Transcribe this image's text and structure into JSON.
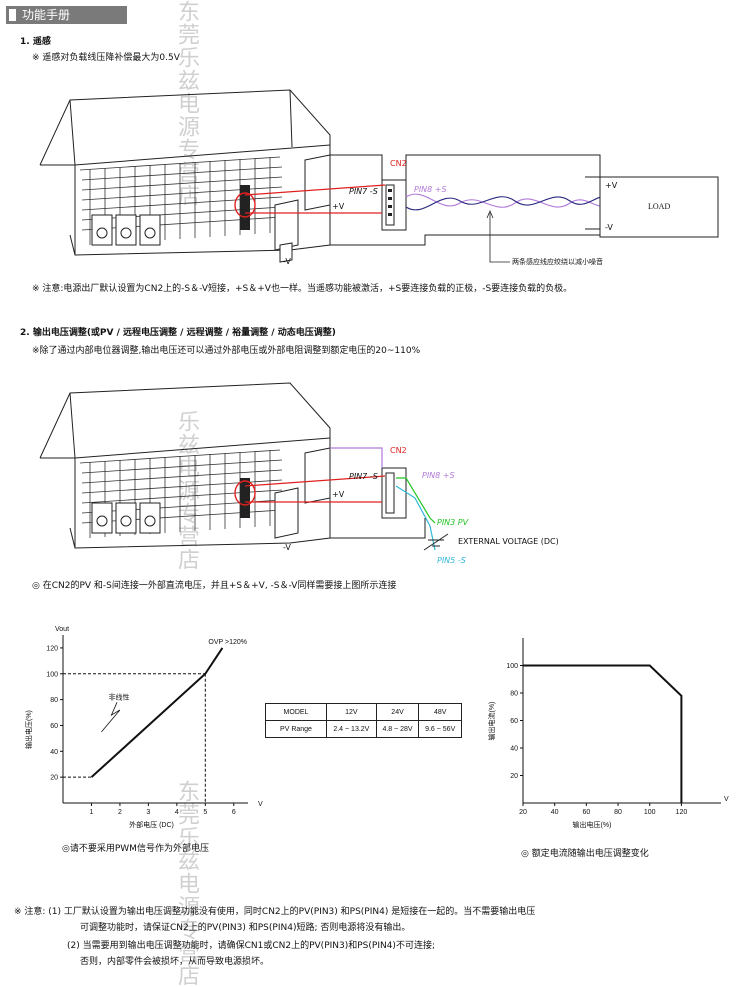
{
  "header": {
    "title": "功能手册"
  },
  "watermark": {
    "text": "东莞乐兹电源专营店",
    "text2": "乐兹电源专营店"
  },
  "section1": {
    "heading": "1. 遥感",
    "note": "※ 遥感对负载线压降补偿最大为0.5V",
    "labels": {
      "cn2": "CN2",
      "pin7": "PIN7 -S",
      "pin8": "PIN8 +S",
      "plus_v": "+V",
      "minus_v": "-V",
      "load_plus": "+V",
      "load_minus": "-V",
      "load": "LOAD",
      "twist_note": "两条感应线应绞绕以减小噪音"
    },
    "footnote": "※ 注意:电源出厂默认设置为CN2上的-S＆-V短接，+S＆+V也一样。当遥感功能被激活，+S要连接负载的正极，-S要连接负载的负极。"
  },
  "section2": {
    "heading": "2. 输出电压调整(或PV / 远程电压调整 / 远程调整 / 裕量调整 / 动态电压调整)",
    "note": "※除了通过内部电位器调整,输出电压还可以通过外部电压或外部电阻调整到额定电压的20~110%",
    "labels": {
      "cn2": "CN2",
      "pin7": "PIN7 -S",
      "pin8": "PIN8 +S",
      "plus_v": "+V",
      "minus_v": "-V",
      "pin3": "PIN3 PV",
      "pin5": "PIN5 -S",
      "ext": "EXTERNAL VOLTAGE (DC)"
    },
    "caption": "◎ 在CN2的PV 和-S间连接一外部直流电压，并且+S＆+V, -S＆-V同样需要接上图所示连接"
  },
  "colors": {
    "red": "#e02020",
    "purple": "#b07ad8",
    "green": "#22c422",
    "cyan": "#30b8d8",
    "text": "#111111",
    "header_bg": "#7a7a7a"
  },
  "pv_table": {
    "header": [
      "MODEL",
      "12V",
      "24V",
      "48V"
    ],
    "row": [
      "PV Range",
      "2.4 ~ 13.2V",
      "4.8 ~ 28V",
      "9.6 ~ 56V"
    ]
  },
  "chart_data": [
    {
      "type": "line",
      "ylabel_top": "Vout",
      "ylabel": "输出电压(%)",
      "xlabel": "外部电压 (DC)",
      "x_unit": "V",
      "yticks": [
        20,
        40,
        60,
        80,
        100,
        120
      ],
      "xticks": [
        1,
        2,
        3,
        4,
        5,
        6
      ],
      "xlim": [
        0,
        6.5
      ],
      "ylim": [
        0,
        130
      ],
      "series": [
        {
          "x": [
            1,
            5,
            5.6
          ],
          "y": [
            20,
            100,
            120
          ]
        }
      ],
      "annotations": {
        "ovp": "OVP >120%",
        "nonlinear": "非线性"
      },
      "guides": {
        "x": 5,
        "y": 100,
        "y_low": 20
      },
      "caption": "◎请不要采用PWM信号作为外部电压"
    },
    {
      "type": "line",
      "ylabel": "输出电流(%)",
      "xlabel": "输出电压(%)",
      "x_unit": "V",
      "yticks": [
        20,
        40,
        60,
        80,
        100
      ],
      "xticks": [
        20,
        40,
        60,
        80,
        100,
        120
      ],
      "xlim": [
        20,
        145
      ],
      "ylim": [
        0,
        120
      ],
      "series": [
        {
          "x": [
            20,
            100,
            120,
            120
          ],
          "y": [
            100,
            100,
            78,
            0
          ]
        }
      ],
      "caption": "◎ 额定电流随输出电压调整变化"
    }
  ],
  "bottom_notes": {
    "line1": "※ 注意: (1) 工厂默认设置为输出电压调整功能没有使用，同时CN2上的PV(PIN3) 和PS(PIN4) 是短接在一起的。当不需要输出电压",
    "line2": "可调整功能时，请保证CN2上的PV(PIN3) 和PS(PIN4)短路; 否则电源将没有输出。",
    "line3": "(2) 当需要用到输出电压调整功能时，请确保CN1或CN2上的PV(PIN3)和PS(PIN4)不可连接;",
    "line4": "否则，内部零件会被损坏，从而导致电源损坏。"
  }
}
